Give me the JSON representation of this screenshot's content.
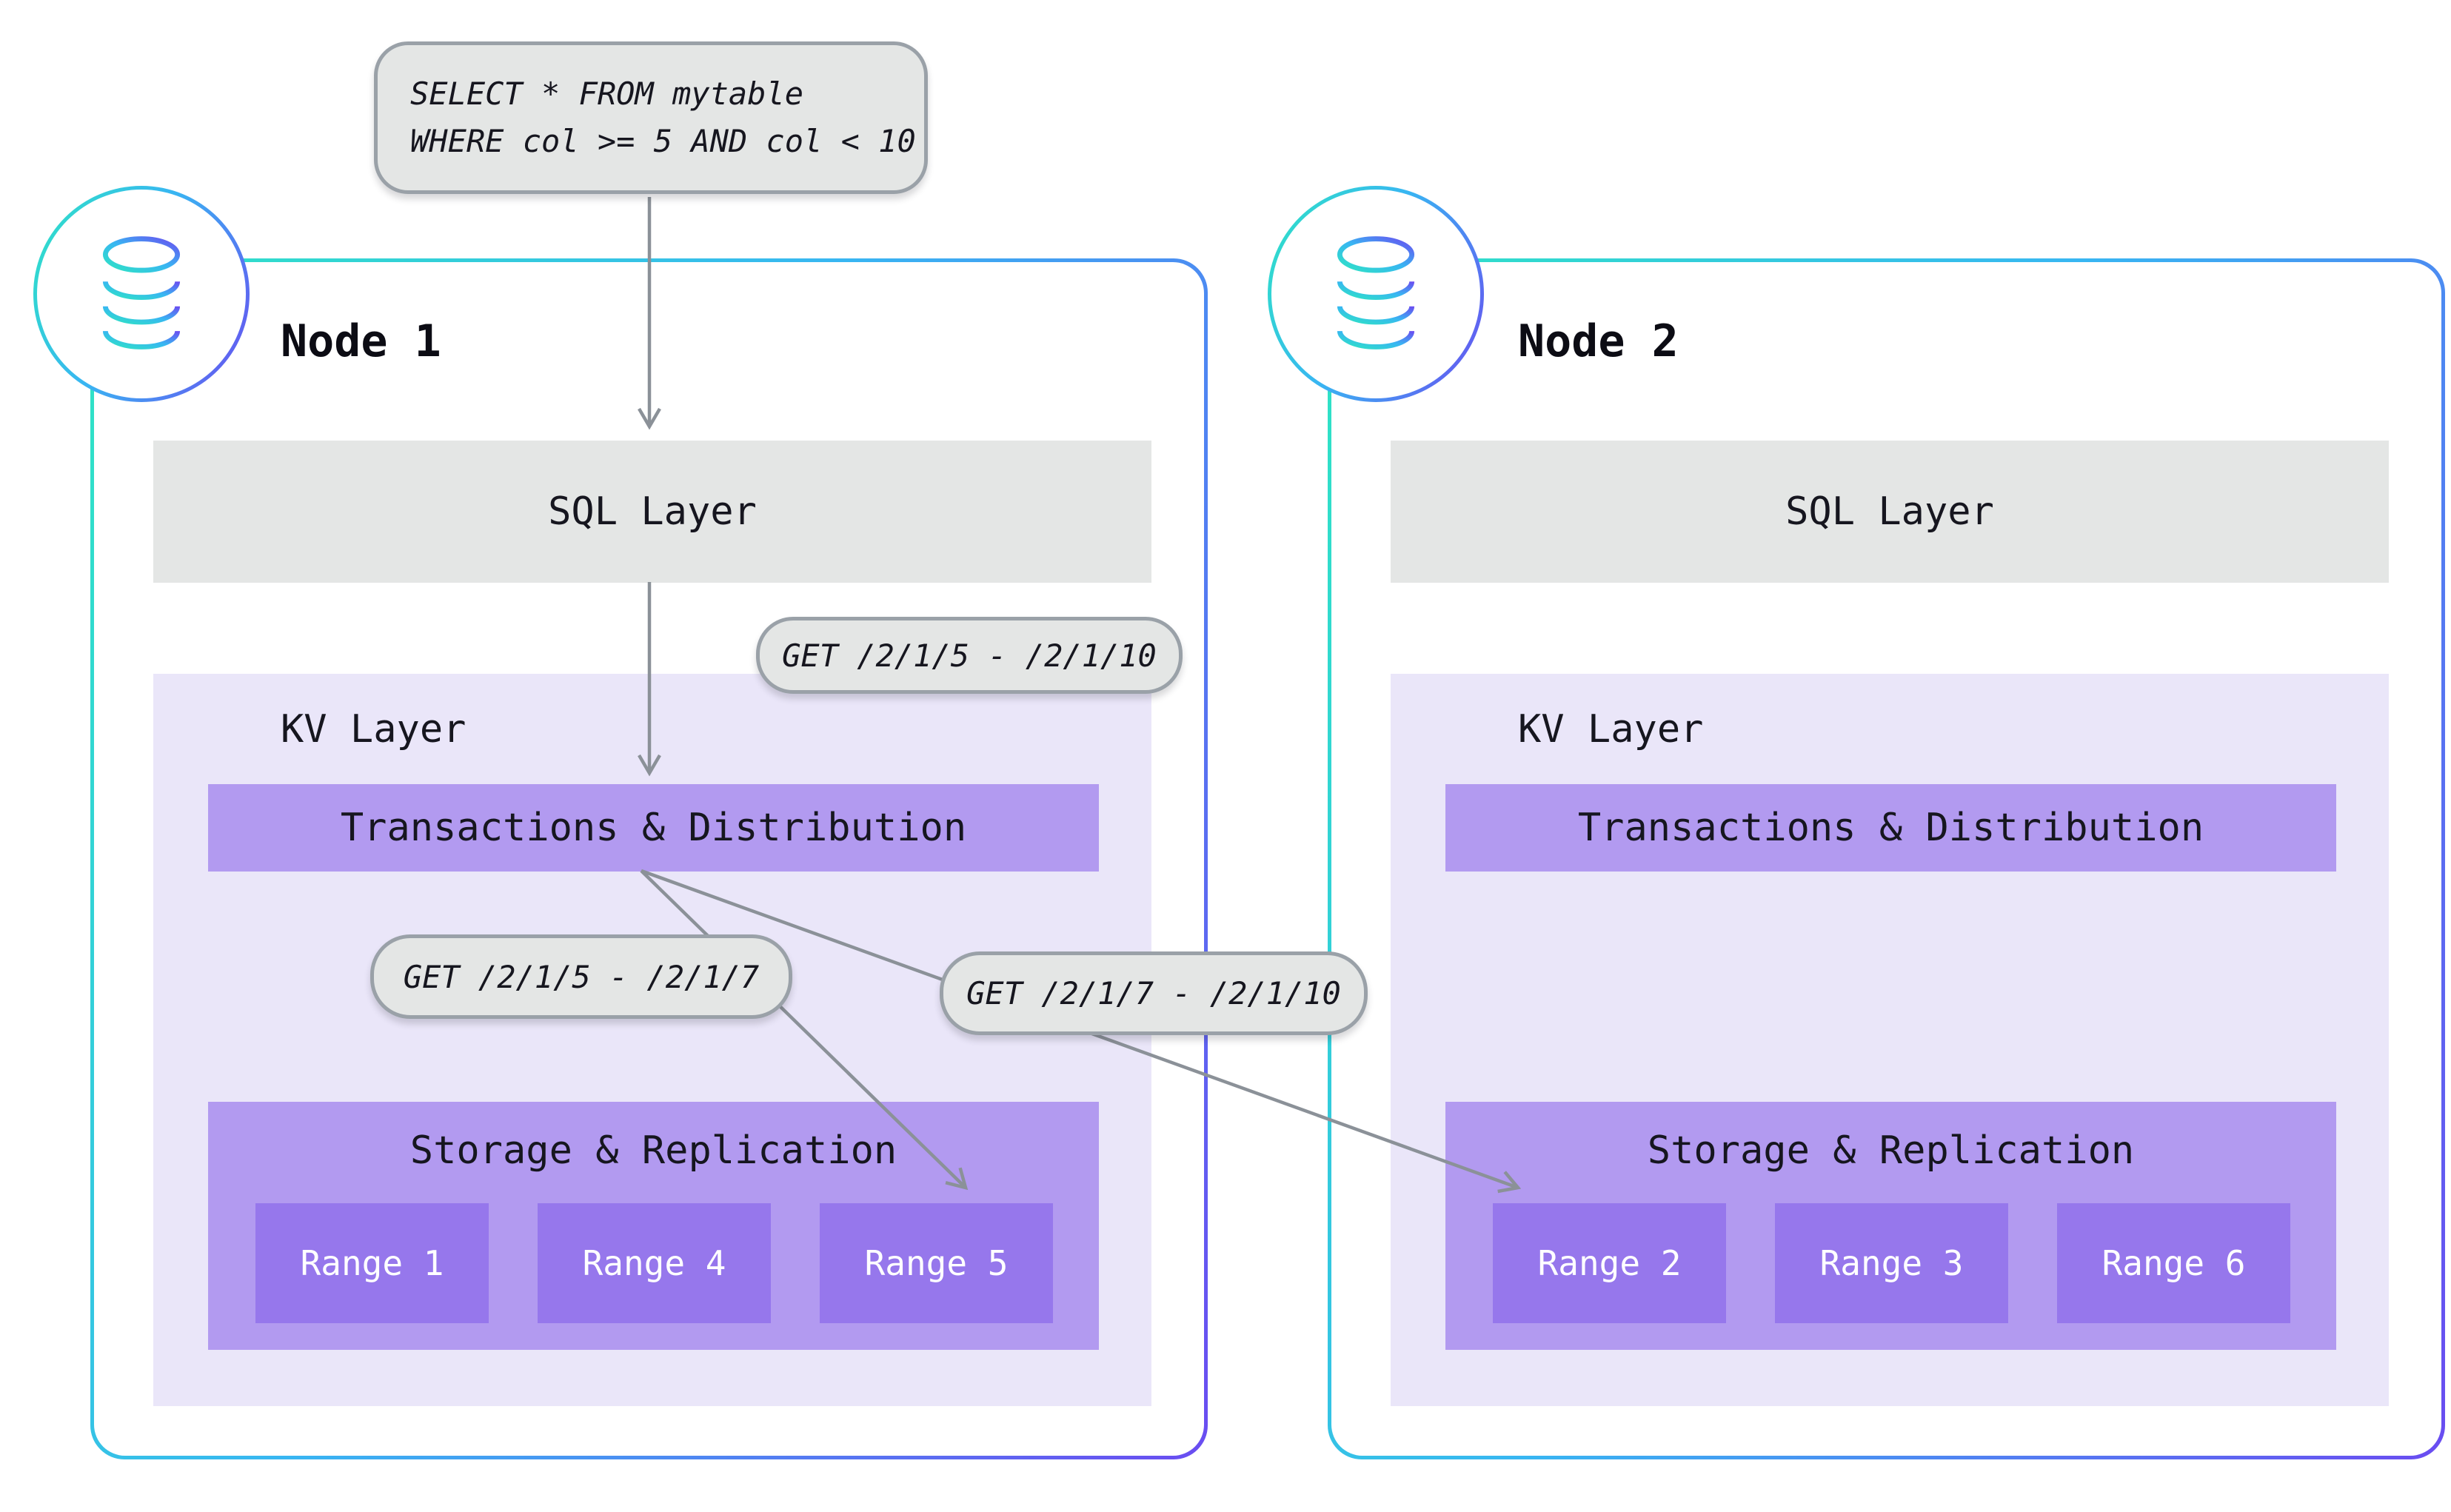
{
  "diagram": {
    "query": {
      "lines": [
        "SELECT * FROM mytable",
        "WHERE col >= 5 AND col < 10"
      ]
    },
    "get_requests": {
      "full_range": "GET /2/1/5 - /2/1/10",
      "split_left": "GET /2/1/5 - /2/1/7",
      "split_right": "GET /2/1/7 - /2/1/10"
    },
    "nodes": [
      {
        "title": "Node 1",
        "sql_layer_label": "SQL Layer",
        "kv_layer_label": "KV Layer",
        "transactions_label": "Transactions & Distribution",
        "storage_label": "Storage & Replication",
        "ranges": [
          "Range 1",
          "Range 4",
          "Range 5"
        ]
      },
      {
        "title": "Node 2",
        "sql_layer_label": "SQL Layer",
        "kv_layer_label": "KV Layer",
        "transactions_label": "Transactions & Distribution",
        "storage_label": "Storage & Replication",
        "ranges": [
          "Range 2",
          "Range 3",
          "Range 6"
        ]
      }
    ],
    "colors": {
      "gradient_start": "#2ee5c3",
      "gradient_mid": "#38b6f2",
      "gradient_end": "#6a4cf1",
      "gray_box": "#e4e6e5",
      "tag_border": "#9aa1a8",
      "kv_background": "#eae6f9",
      "purple_bar": "#b29af0",
      "purple_range": "#9677ec",
      "arrow": "#8b9198",
      "text_dark": "#16161f",
      "text_light": "#ffffff"
    }
  }
}
